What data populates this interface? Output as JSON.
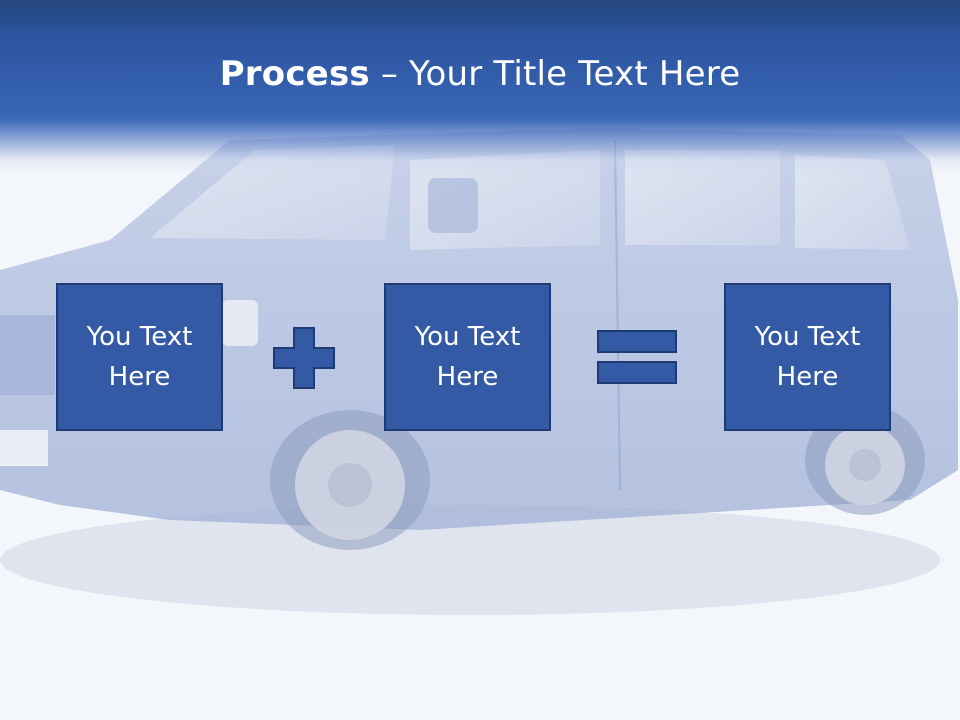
{
  "slide": {
    "title_bold": "Process",
    "title_rest": " – Your Title Text Here",
    "boxes": [
      {
        "text": "You Text\nHere"
      },
      {
        "text": "You Text\nHere"
      },
      {
        "text": "You Text\nHere"
      }
    ],
    "operators": [
      "plus-icon",
      "equals-icon"
    ]
  },
  "colors": {
    "header": "#2d55a0",
    "box_fill": "#3459a5",
    "box_border": "#1f3b73",
    "background": "#f3f6fa"
  }
}
